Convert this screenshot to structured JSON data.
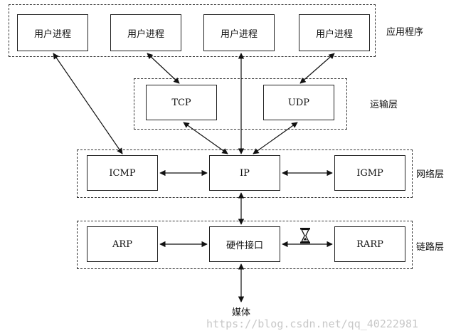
{
  "layers": {
    "application": "应用程序",
    "transport": "运输层",
    "network": "网络层",
    "link": "链路层"
  },
  "boxes": {
    "proc1": "用户进程",
    "proc2": "用户进程",
    "proc3": "用户进程",
    "proc4": "用户进程",
    "tcp": "TCP",
    "udp": "UDP",
    "icmp": "ICMP",
    "ip": "IP",
    "igmp": "IGMP",
    "arp": "ARP",
    "hw": "硬件接口",
    "rarp": "RARP"
  },
  "media": "媒体",
  "watermark": "https://blog.csdn.net/qq_40222981",
  "icons": [
    "hourglass-icon"
  ]
}
